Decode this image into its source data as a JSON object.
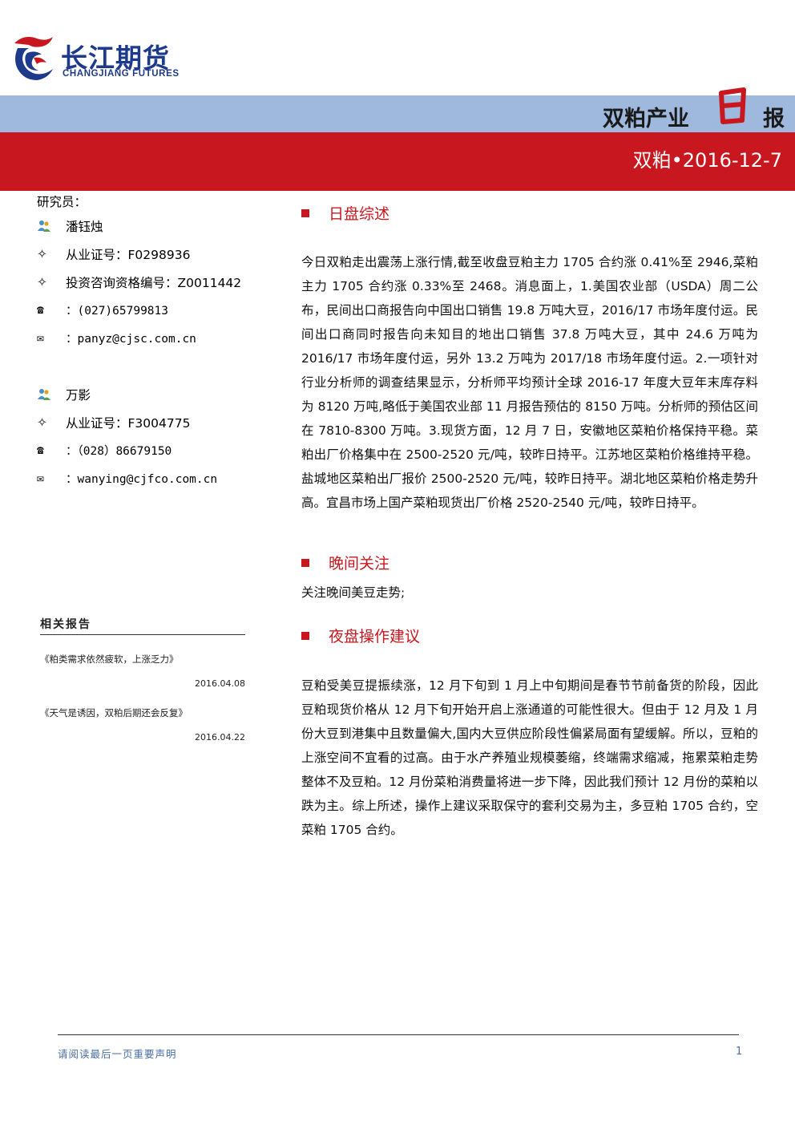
{
  "header": {
    "company_cn": "长江期货",
    "company_en": "CHANGJIANG FUTURES",
    "report_name": "双粕产业",
    "report_day": "日",
    "report_type": "报",
    "date_line": "双粕•2016-12-7"
  },
  "researchers": {
    "label": "研究员：",
    "people": [
      {
        "name": "潘钰烛",
        "cert": "从业证号：F0298936",
        "qual": "投资咨询资格编号：Z0011442",
        "phone": "：(027)65799813",
        "email": "：panyz@cjsc.com.cn"
      },
      {
        "name": "万影",
        "cert": "从业证号：F3004775",
        "phone": "：（028）86679150",
        "email": "：wanying@cjfco.com.cn"
      }
    ]
  },
  "related": {
    "title": "相关报告",
    "items": [
      {
        "title": "《粕类需求依然疲软，上涨乏力》",
        "date": "2016.04.08"
      },
      {
        "title": "《天气是诱因，双粕后期还会反复》",
        "date": "2016.04.22"
      }
    ]
  },
  "sections": [
    {
      "heading": "日盘综述",
      "body": "今日双粕走出震荡上涨行情,截至收盘豆粕主力 1705 合约涨 0.41%至 2946,菜粕主力 1705 合约涨 0.33%至 2468。消息面上，1.美国农业部（USDA）周二公布，民间出口商报告向中国出口销售 19.8 万吨大豆，2016/17 市场年度付运。民间出口商同时报告向未知目的地出口销售 37.8 万吨大豆，其中 24.6 万吨为 2016/17 市场年度付运，另外 13.2 万吨为 2017/18 市场年度付运。2.一项针对行业分析师的调查结果显示，分析师平均预计全球 2016-17 年度大豆年末库存料为 8120 万吨,略低于美国农业部 11 月报告预估的 8150 万吨。分析师的预估区间在 7810-8300 万吨。3.现货方面，12 月 7 日，安徽地区菜粕价格保持平稳。菜粕出厂价格集中在 2500-2520 元/吨，较昨日持平。江苏地区菜粕价格维持平稳。盐城地区菜粕出厂报价 2500-2520 元/吨，较昨日持平。湖北地区菜粕价格走势升高。宜昌市场上国产菜粕现货出厂价格 2520-2540 元/吨，较昨日持平。"
    },
    {
      "heading": "晚间关注",
      "body": "关注晚间美豆走势;"
    },
    {
      "heading": "夜盘操作建议",
      "body": "豆粕受美豆提振续涨，12 月下旬到 1 月上中旬期间是春节节前备货的阶段，因此豆粕现货价格从 12 月下旬开始开启上涨通道的可能性很大。但由于 12 月及 1 月份大豆到港集中且数量偏大,国内大豆供应阶段性偏紧局面有望缓解。所以，豆粕的上涨空间不宜看的过高。由于水产养殖业规模萎缩，终端需求缩减，拖累菜粕走势整体不及豆粕。12 月份菜粕消费量将进一步下降，因此我们预计 12 月份的菜粕以跌为主。综上所述，操作上建议采取保守的套利交易为主，多豆粕 1705 合约，空菜粕 1705 合约。"
    }
  ],
  "footer": {
    "disclaimer": "请阅读最后一页重要声明",
    "page": "1"
  },
  "colors": {
    "brand_red": "#c8171e",
    "band_blue": "#9fb9de",
    "brand_navy": "#1e3a8a"
  }
}
